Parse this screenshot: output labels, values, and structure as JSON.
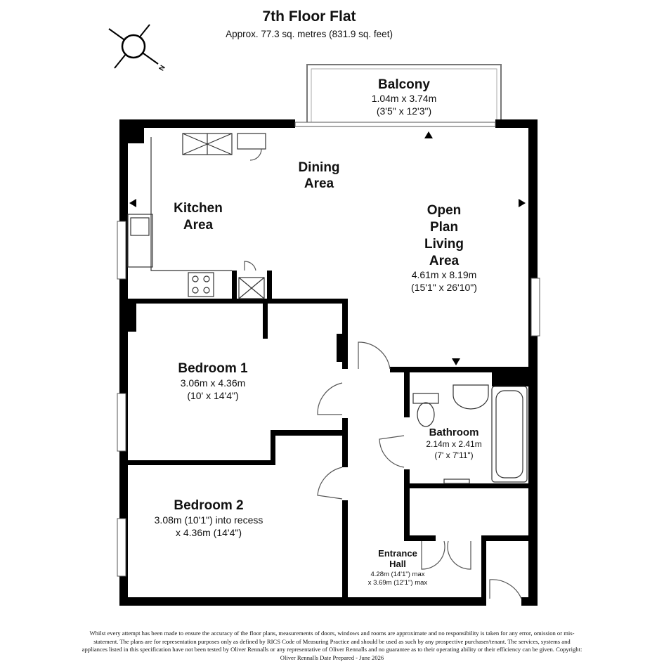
{
  "title": "7th Floor Flat",
  "subtitle": "Approx. 77.3 sq. metres (831.9 sq. feet)",
  "compass": {
    "icon": "compass-icon",
    "label": "N"
  },
  "rooms": {
    "balcony": {
      "name": "Balcony",
      "dim_m": "1.04m x 3.74m",
      "dim_ft": "(3'5\" x 12'3\")"
    },
    "dining": {
      "name1": "Dining",
      "name2": "Area"
    },
    "kitchen": {
      "name1": "Kitchen",
      "name2": "Area"
    },
    "living": {
      "name1": "Open",
      "name2": "Plan",
      "name3": "Living",
      "name4": "Area",
      "dim_m": "4.61m x 8.19m",
      "dim_ft": "(15'1\" x 26'10\")"
    },
    "bedroom1": {
      "name": "Bedroom 1",
      "dim_m": "3.06m x 4.36m",
      "dim_ft": "(10' x 14'4\")"
    },
    "bedroom2": {
      "name": "Bedroom 2",
      "dim_1": "3.08m (10'1\") into recess",
      "dim_2": "x 4.36m (14'4\")"
    },
    "bathroom": {
      "name": "Bathroom",
      "dim_m": "2.14m x 2.41m",
      "dim_ft": "(7' x 7'11\")"
    },
    "hall": {
      "name1": "Entrance",
      "name2": "Hall",
      "dim_1": "4.28m (14'1\") max",
      "dim_2": "x 3.69m (12'1\") max"
    }
  },
  "disclaimer": "Whilst every attempt has been made to ensure the accuracy of the floor plans, measurements of doors, windows and rooms are approximate and no responsibility is taken for any error, omission or mis-statement. The plans are for representation purposes only as defined by RICS Code of Measuring Practice and should be used as such by any prospective purchaser/tenant. The services, systems and appliances listed in this specification have not been tested by Oliver Rennalls or any representative of Oliver Rennalls and no guarantee as to their operating ability or their efficiency can be given. Copyright: Oliver Rennalls Date Prepared - June 2026"
}
